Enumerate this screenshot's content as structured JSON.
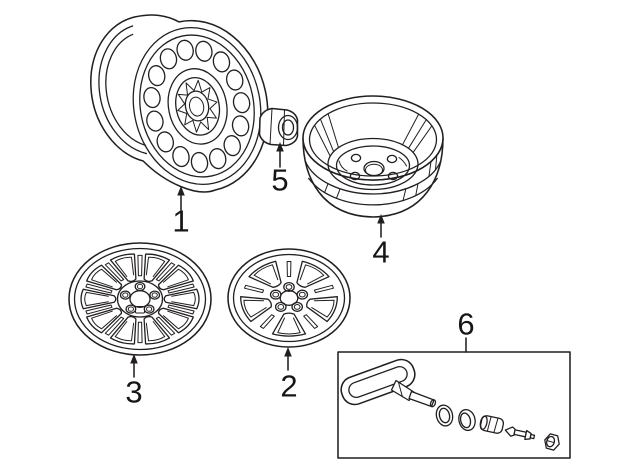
{
  "diagram": {
    "background_color": "#ffffff",
    "line_color": "#231f20",
    "label_color": "#161616",
    "parts": [
      {
        "number": "1",
        "name": "steel-wheel"
      },
      {
        "number": "2",
        "name": "alloy-wheel-five-double-spoke"
      },
      {
        "number": "3",
        "name": "alloy-wheel-ten-spoke"
      },
      {
        "number": "4",
        "name": "compact-spare-steel-wheel"
      },
      {
        "number": "5",
        "name": "wheel-lug-nut"
      },
      {
        "number": "6",
        "name": "tpms-sensor-service-kit"
      }
    ]
  }
}
